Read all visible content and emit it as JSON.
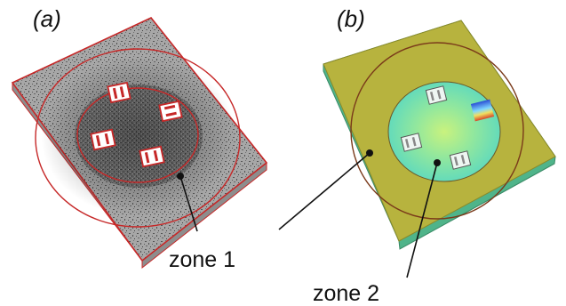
{
  "panels": {
    "a": {
      "label": "(a)"
    },
    "b": {
      "label": "(b)"
    }
  },
  "annotations": {
    "zone1": "zone 1",
    "zone2": "zone 2"
  },
  "colors": {
    "mesh_gray": "#a7a7a7",
    "mesh_dark": "#4a4a4a",
    "zone_circle_red": "#c62828",
    "plate_olive": "#b7b33e",
    "plate_green_edge": "#4fb48a",
    "inner_zone_cyan": "#7fe0b0",
    "hotspot_blue": "#2a4fd6",
    "hotspot_red": "#d8452a"
  }
}
